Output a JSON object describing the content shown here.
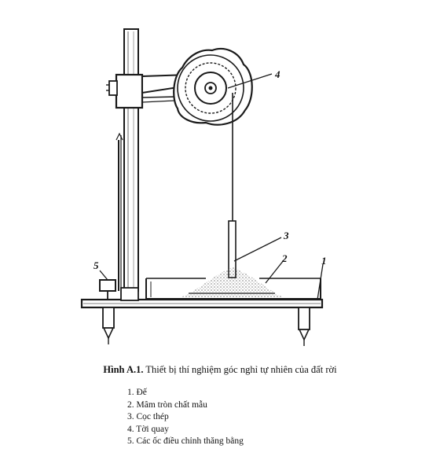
{
  "figure": {
    "part_labels": [
      "1",
      "2",
      "3",
      "4",
      "5"
    ]
  },
  "caption": {
    "label": "Hình A.1.",
    "text": "Thiết bị thí nghiệm góc nghỉ tự nhiên của đất rời"
  },
  "legend": {
    "items": [
      "1. Đế",
      "2. Mâm tròn chất mẫu",
      "3. Cọc thép",
      "4. Tời quay",
      "5. Các ốc điều chỉnh thăng bằng"
    ]
  }
}
